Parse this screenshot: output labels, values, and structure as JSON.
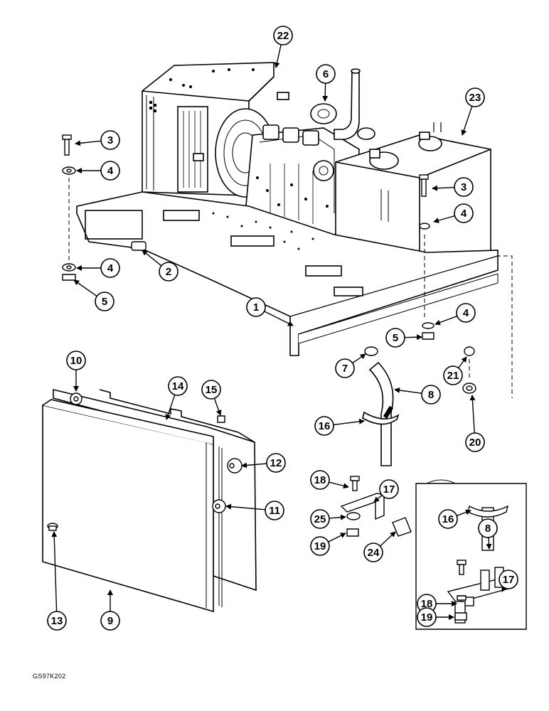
{
  "diagram": {
    "figure_code": "GS97K202",
    "callout_labels": [
      "1",
      "2",
      "3",
      "3",
      "4",
      "4",
      "4",
      "4",
      "5",
      "5",
      "6",
      "7",
      "8",
      "8",
      "9",
      "10",
      "11",
      "12",
      "13",
      "14",
      "15",
      "16",
      "16",
      "17",
      "17",
      "18",
      "18",
      "19",
      "19",
      "20",
      "21",
      "22",
      "23",
      "24",
      "25"
    ]
  }
}
